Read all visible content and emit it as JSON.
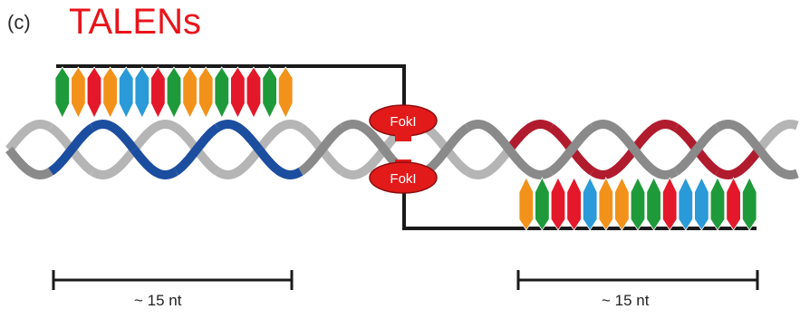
{
  "panel": {
    "label": "(c)",
    "title": "TALENs"
  },
  "nuclease": {
    "label_top": "FokI",
    "label_bottom": "FokI",
    "color": "#e21a1a"
  },
  "scale": {
    "left_label": "~ 15 nt",
    "right_label": "~ 15 nt"
  },
  "colors": {
    "title": "#e8141b",
    "helix_gray": "#8a8a8a",
    "helix_light": "#b5b5b5",
    "helix_blue": "#1c4ea0",
    "helix_red": "#b01c2e",
    "linker": "#1a1a1a"
  },
  "repeats": {
    "top": [
      "green",
      "orange",
      "red",
      "orange",
      "blue",
      "blue",
      "red",
      "green",
      "orange",
      "orange",
      "green",
      "red",
      "red",
      "green",
      "orange"
    ],
    "bottom": [
      "orange",
      "green",
      "red",
      "red",
      "blue",
      "orange",
      "orange",
      "green",
      "green",
      "red",
      "blue",
      "blue",
      "green",
      "red",
      "green"
    ]
  },
  "repeat_palette": {
    "green": "#1f9a3a",
    "orange": "#f2921a",
    "red": "#e3182a",
    "blue": "#2a9ad8"
  }
}
